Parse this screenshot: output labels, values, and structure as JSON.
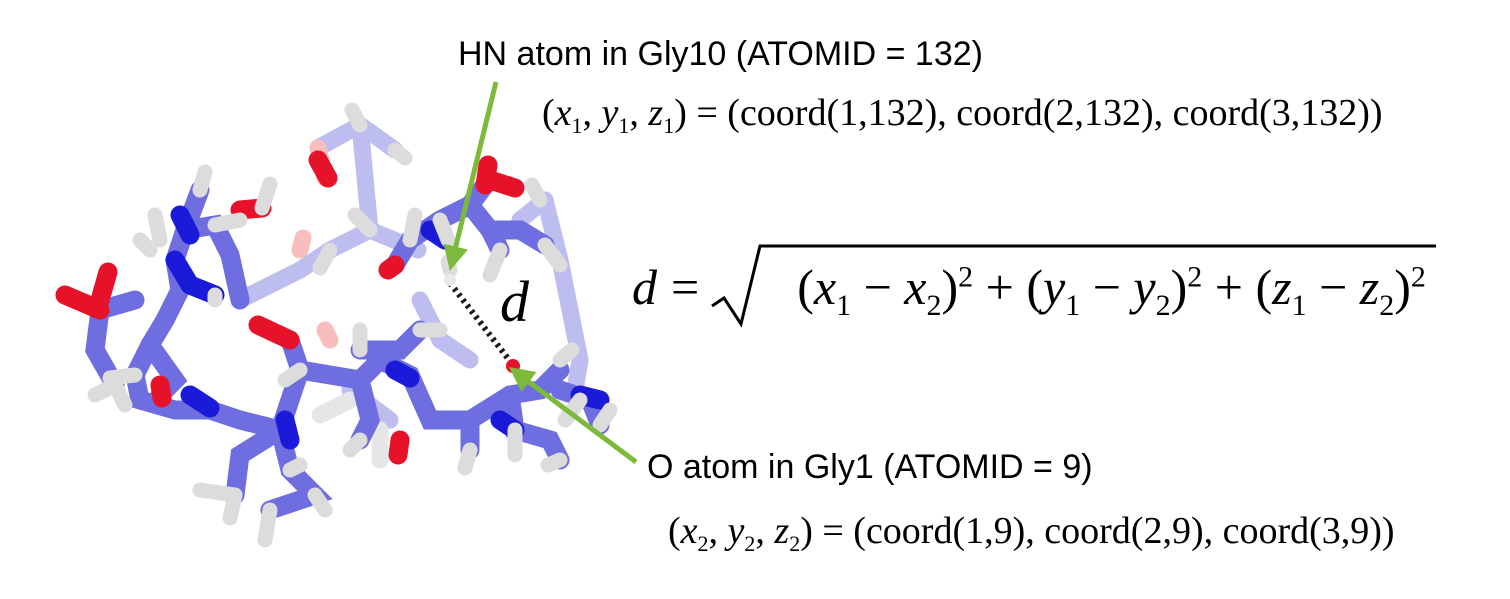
{
  "hn_atom": {
    "label": "HN atom in Gly10 (ATOMID = 132)",
    "coords_lhs": [
      "x",
      "1",
      "y",
      "1",
      "z",
      "1"
    ],
    "coords_rhs": "= (coord(1,132), coord(2,132), coord(3,132))"
  },
  "o_atom": {
    "label": "O atom in Gly1 (ATOMID = 9)",
    "coords_lhs": [
      "x",
      "2",
      "y",
      "2",
      "z",
      "2"
    ],
    "coords_rhs": "= (coord(1,9), coord(2,9), coord(3,9))"
  },
  "distance_label": "d",
  "formula": {
    "lhs": "d",
    "eq": "=",
    "terms": [
      {
        "a": "x",
        "ai": "1",
        "b": "x",
        "bi": "2",
        "exp": "2"
      },
      {
        "a": "y",
        "ai": "1",
        "b": "y",
        "bi": "2",
        "exp": "2"
      },
      {
        "a": "z",
        "ai": "1",
        "b": "z",
        "bi": "2",
        "exp": "2"
      }
    ]
  },
  "colors": {
    "arrow": "#7dba3c",
    "carbon": "#6e6ee0",
    "nitrogen": "#1a1ad8",
    "oxygen": "#e6122a",
    "hydrogen": "#e4e4e4",
    "distance_line": "#1a1a1a"
  }
}
